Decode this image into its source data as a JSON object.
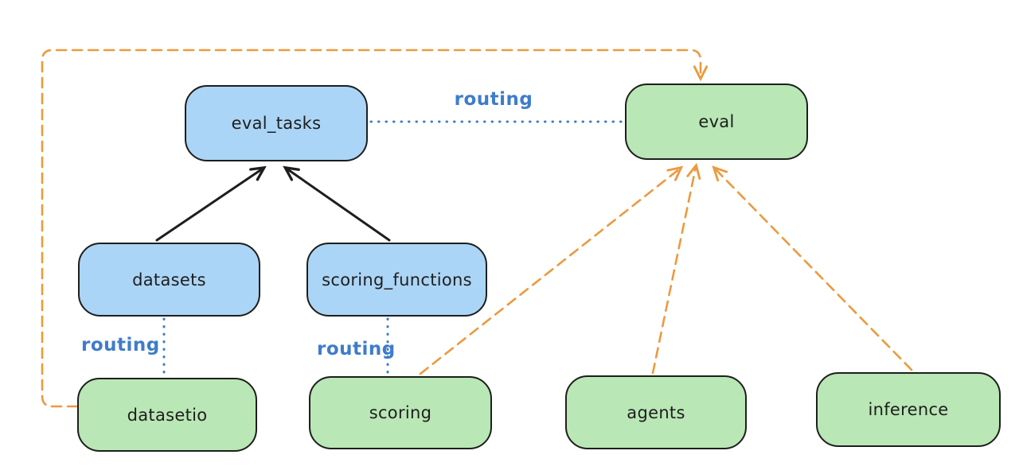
{
  "diagram": {
    "nodes": {
      "eval_tasks": {
        "label": "eval_tasks",
        "kind": "registry",
        "fill": "#abd5f6"
      },
      "eval": {
        "label": "eval",
        "kind": "api",
        "fill": "#b9e7b5"
      },
      "datasets": {
        "label": "datasets",
        "kind": "registry",
        "fill": "#abd5f6"
      },
      "scoring_functions": {
        "label": "scoring_functions",
        "kind": "registry",
        "fill": "#abd5f6"
      },
      "datasetio": {
        "label": "datasetio",
        "kind": "api",
        "fill": "#b9e7b5"
      },
      "scoring": {
        "label": "scoring",
        "kind": "api",
        "fill": "#b9e7b5"
      },
      "agents": {
        "label": "agents",
        "kind": "api",
        "fill": "#b9e7b5"
      },
      "inference": {
        "label": "inference",
        "kind": "api",
        "fill": "#b9e7b5"
      }
    },
    "edges": [
      {
        "from": "eval_tasks",
        "to": "eval",
        "label": "routing",
        "style": "dotted-blue"
      },
      {
        "from": "datasets",
        "to": "datasetio",
        "label": "routing",
        "style": "dotted-blue"
      },
      {
        "from": "scoring_functions",
        "to": "scoring",
        "label": "routing",
        "style": "dotted-blue"
      },
      {
        "from": "datasets",
        "to": "eval_tasks",
        "label": "",
        "style": "solid-black-arrow"
      },
      {
        "from": "scoring_functions",
        "to": "eval_tasks",
        "label": "",
        "style": "solid-black-arrow"
      },
      {
        "from": "datasetio",
        "to": "eval",
        "label": "",
        "style": "dashed-orange-arrow"
      },
      {
        "from": "scoring",
        "to": "eval",
        "label": "",
        "style": "dashed-orange-arrow"
      },
      {
        "from": "agents",
        "to": "eval",
        "label": "",
        "style": "dashed-orange-arrow"
      },
      {
        "from": "inference",
        "to": "eval",
        "label": "",
        "style": "dashed-orange-arrow"
      }
    ],
    "colors": {
      "node_stroke": "#1e1e1e",
      "blue_fill": "#abd5f6",
      "green_fill": "#b9e7b5",
      "routing_blue": "#3e7ccb",
      "orange": "#ec9a3e",
      "black_arrow": "#1e1e1e"
    }
  }
}
